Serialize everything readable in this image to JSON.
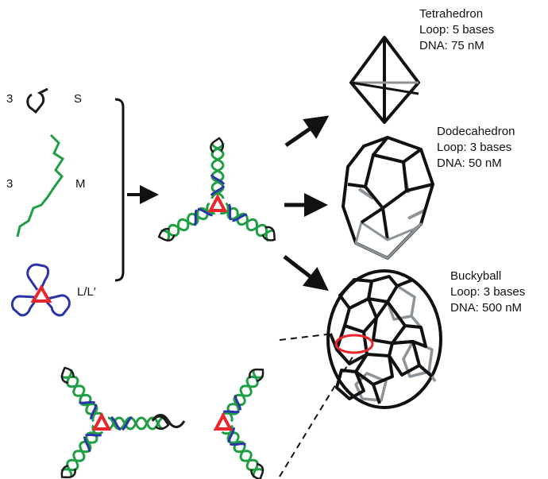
{
  "strands": {
    "s": {
      "count": "3",
      "name": "S"
    },
    "m": {
      "count": "3",
      "name": "M"
    },
    "l": {
      "name": "L/L′"
    }
  },
  "shapes": {
    "tetrahedron": {
      "title": "Tetrahedron",
      "loop": "Loop: 5 bases",
      "dna": "DNA: 75 nM"
    },
    "dodecahedron": {
      "title": "Dodecahedron",
      "loop": "Loop: 3 bases",
      "dna": "DNA: 50 nM"
    },
    "buckyball": {
      "title": "Buckyball",
      "loop": "Loop: 3 bases",
      "dna": "DNA: 500 nM"
    }
  },
  "colors": {
    "s_strand": "#1a1a1a",
    "m_strand": "#1f9e44",
    "l_strand": "#2a35a8",
    "core": "#e8262b",
    "hidden_edge": "#8c949a"
  }
}
